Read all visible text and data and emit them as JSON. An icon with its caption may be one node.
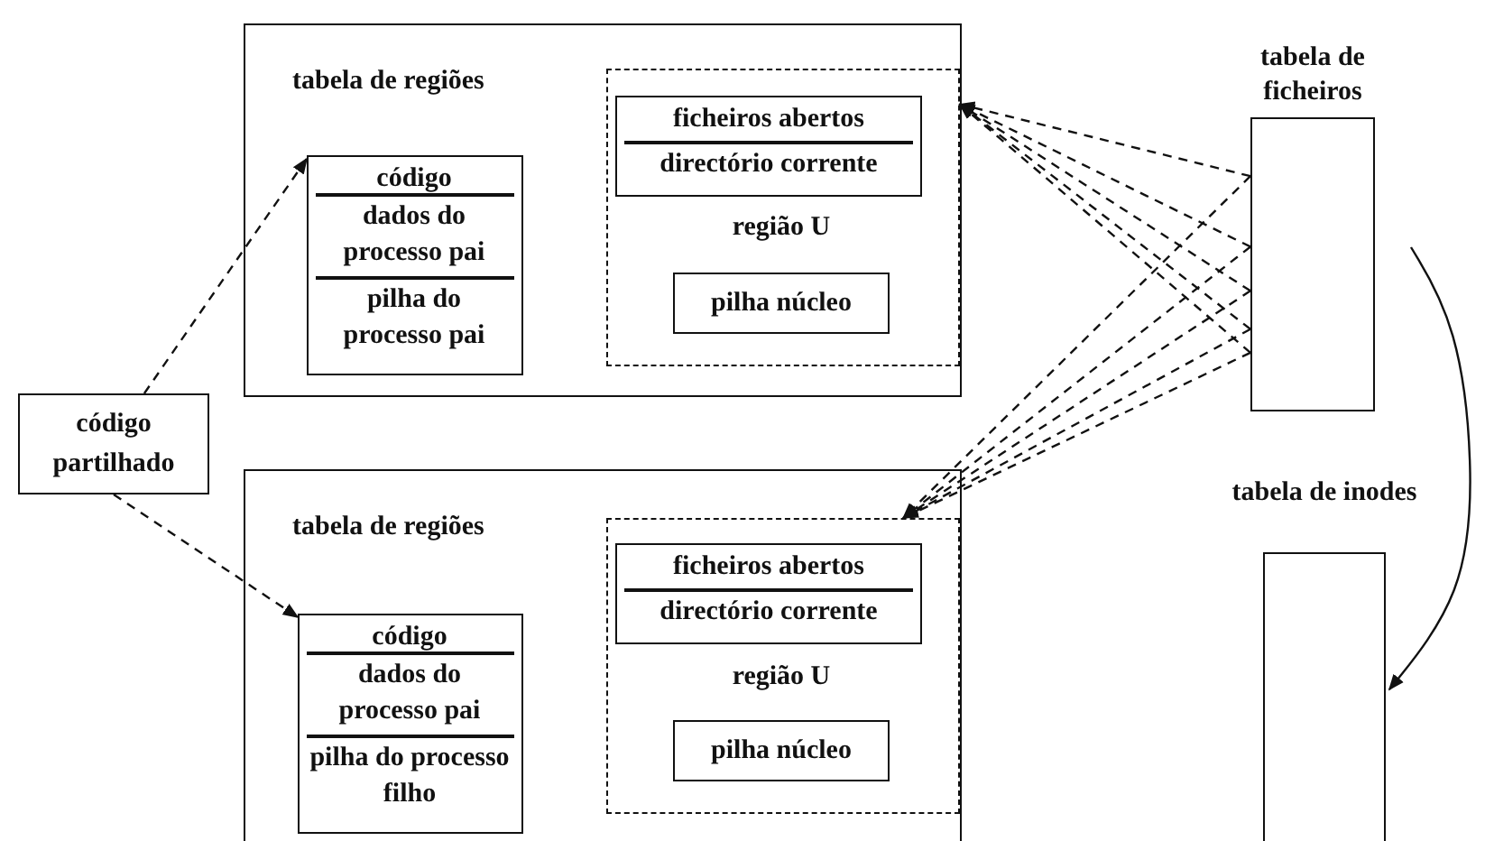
{
  "diagram": {
    "nodes": [
      {
        "text": [
          "tabela de regiões"
        ]
      },
      {
        "text": [
          "código",
          "dados do processo pai",
          "pilha do processo pai"
        ],
        "in": 0
      },
      {
        "text": [
          "região U"
        ],
        "in": 0
      },
      {
        "text": [
          "ficheiros abertos",
          "directório corrente"
        ],
        "in": 2
      },
      {
        "text": [
          "pilha núcleo"
        ],
        "in": 2
      },
      {
        "text": [
          "tabela de regiões"
        ]
      },
      {
        "text": [
          "código",
          "dados do processo pai",
          "pilha do processo filho"
        ],
        "in": 5
      },
      {
        "text": [
          "região U"
        ],
        "in": 5
      },
      {
        "text": [
          "ficheiros abertos",
          "directório corrente"
        ],
        "in": 7
      },
      {
        "text": [
          "pilha núcleo"
        ],
        "in": 7
      },
      {
        "text": [
          "código partilhado"
        ]
      },
      {
        "text": [
          "tabela de ficheiros"
        ]
      },
      {
        "text": [
          "tabela de inodes"
        ]
      }
    ],
    "edges": [
      {
        "from": 10,
        "to": 1,
        "arrow": "to",
        "style": "dashed"
      },
      {
        "from": 10,
        "to": 6,
        "arrow": "to",
        "style": "dashed"
      },
      {
        "from": 11,
        "to": 2,
        "arrow": "to",
        "style": "dashed"
      },
      {
        "from": 11,
        "to": 2,
        "arrow": "to",
        "style": "dashed"
      },
      {
        "from": 11,
        "to": 2,
        "arrow": "to",
        "style": "dashed"
      },
      {
        "from": 11,
        "to": 2,
        "arrow": "to",
        "style": "dashed"
      },
      {
        "from": 11,
        "to": 2,
        "arrow": "to",
        "style": "dashed"
      },
      {
        "from": 11,
        "to": 7,
        "arrow": "to",
        "style": "dashed"
      },
      {
        "from": 11,
        "to": 7,
        "arrow": "to",
        "style": "dashed"
      },
      {
        "from": 11,
        "to": 7,
        "arrow": "to",
        "style": "dashed"
      },
      {
        "from": 11,
        "to": 7,
        "arrow": "to",
        "style": "dashed"
      },
      {
        "from": 11,
        "to": 7,
        "arrow": "to",
        "style": "dashed"
      },
      {
        "from": 11,
        "to": 12,
        "arrow": "to"
      }
    ]
  }
}
